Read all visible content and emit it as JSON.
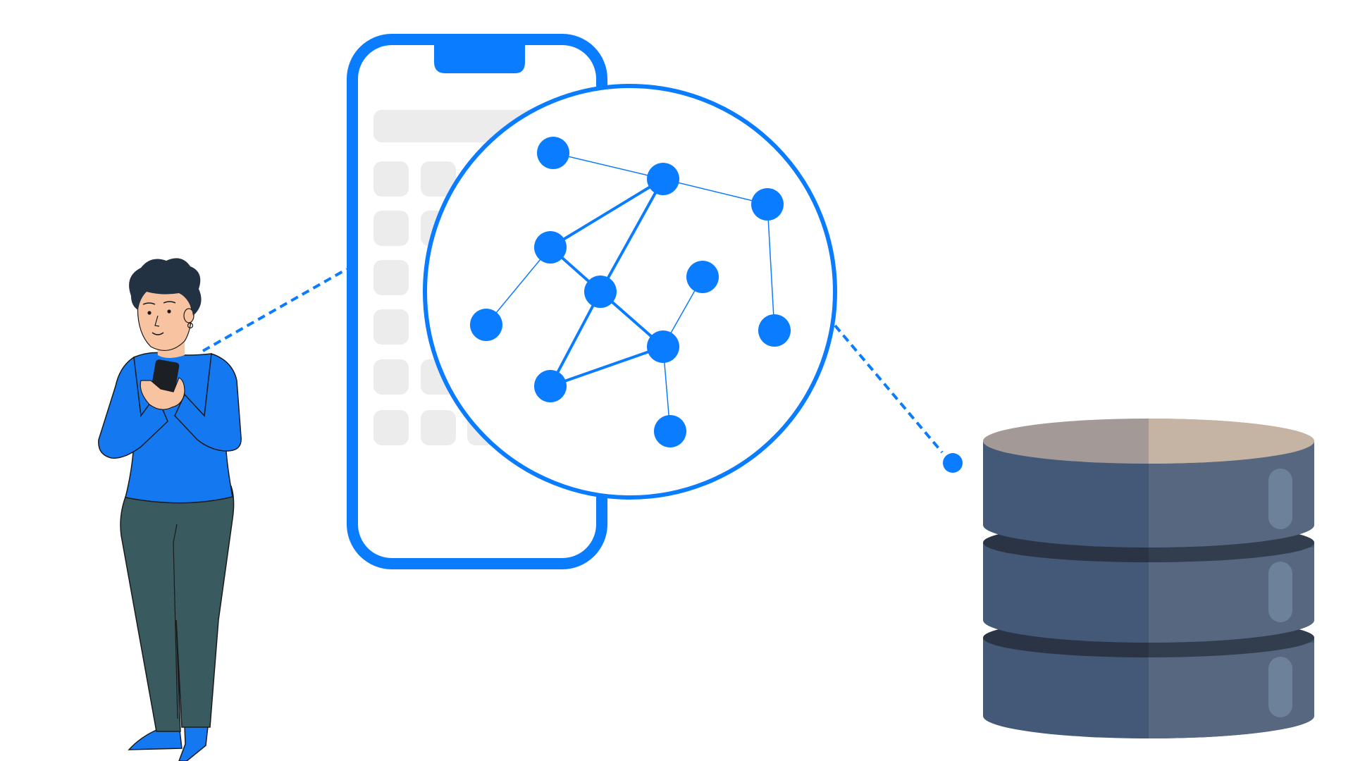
{
  "illustration": {
    "subjects": [
      "person-with-phone",
      "smartphone",
      "network-graph",
      "database"
    ],
    "colors": {
      "accent": "#0A7CFF",
      "placeholder": "#ECECEC",
      "database_body_left": "#445977",
      "database_body_right": "#57677F",
      "database_groove": "#2B3444",
      "database_top_left": "#A39A97",
      "database_top_right": "#C5B4A3",
      "database_highlight": "#6E819A",
      "shirt": "#1479F1",
      "pants": "#395A5F",
      "skin": "#F8C3A0",
      "hair": "#233242"
    },
    "icons": [
      "smartphone-icon",
      "network-graph-icon",
      "database-icon",
      "person-icon"
    ]
  }
}
